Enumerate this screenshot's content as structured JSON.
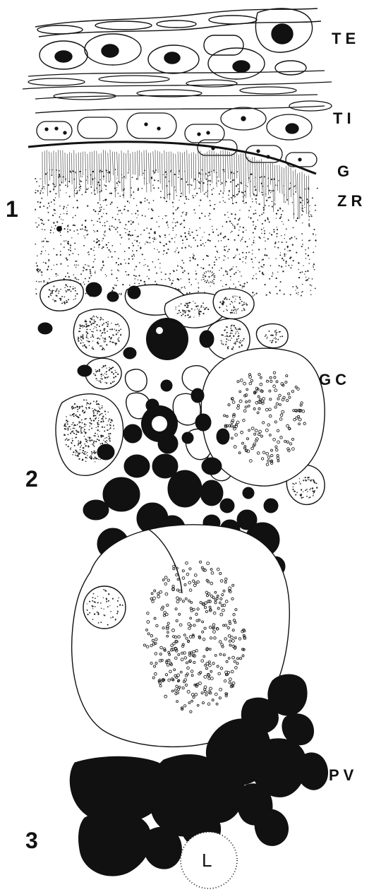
{
  "labels": {
    "te": "TE",
    "ti": "TI",
    "g": "G",
    "zr": "ZR",
    "gc": "GC",
    "pv": "PV",
    "l": "L",
    "n1": "1",
    "n2": "2",
    "n3": "3"
  },
  "colors": {
    "ink": "#111111",
    "paper": "#ffffff"
  }
}
